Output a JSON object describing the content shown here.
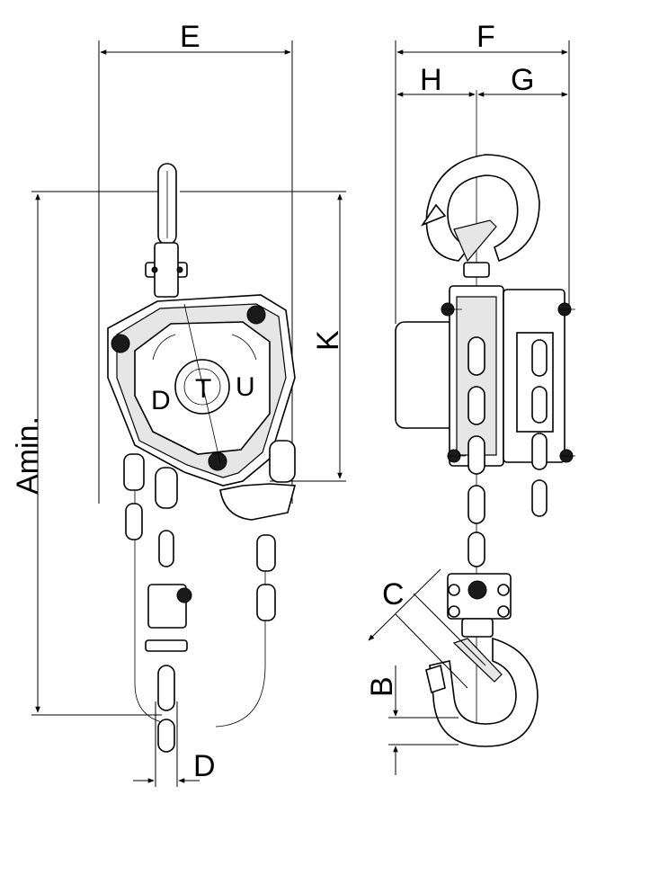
{
  "dimensions": {
    "E": "E",
    "F": "F",
    "H": "H",
    "G": "G",
    "K": "K",
    "Amin": "Amin.",
    "C": "C",
    "B": "B",
    "D": "D"
  },
  "body_marks": {
    "down": "D",
    "top": "T",
    "up": "U"
  },
  "icons": {
    "front": "chain-hoist-front-view-icon",
    "side": "chain-hoist-side-view-icon"
  },
  "colors": {
    "line": "#000000",
    "fill_light": "#e6e6e6",
    "fill_dark": "#1a1a1a"
  }
}
